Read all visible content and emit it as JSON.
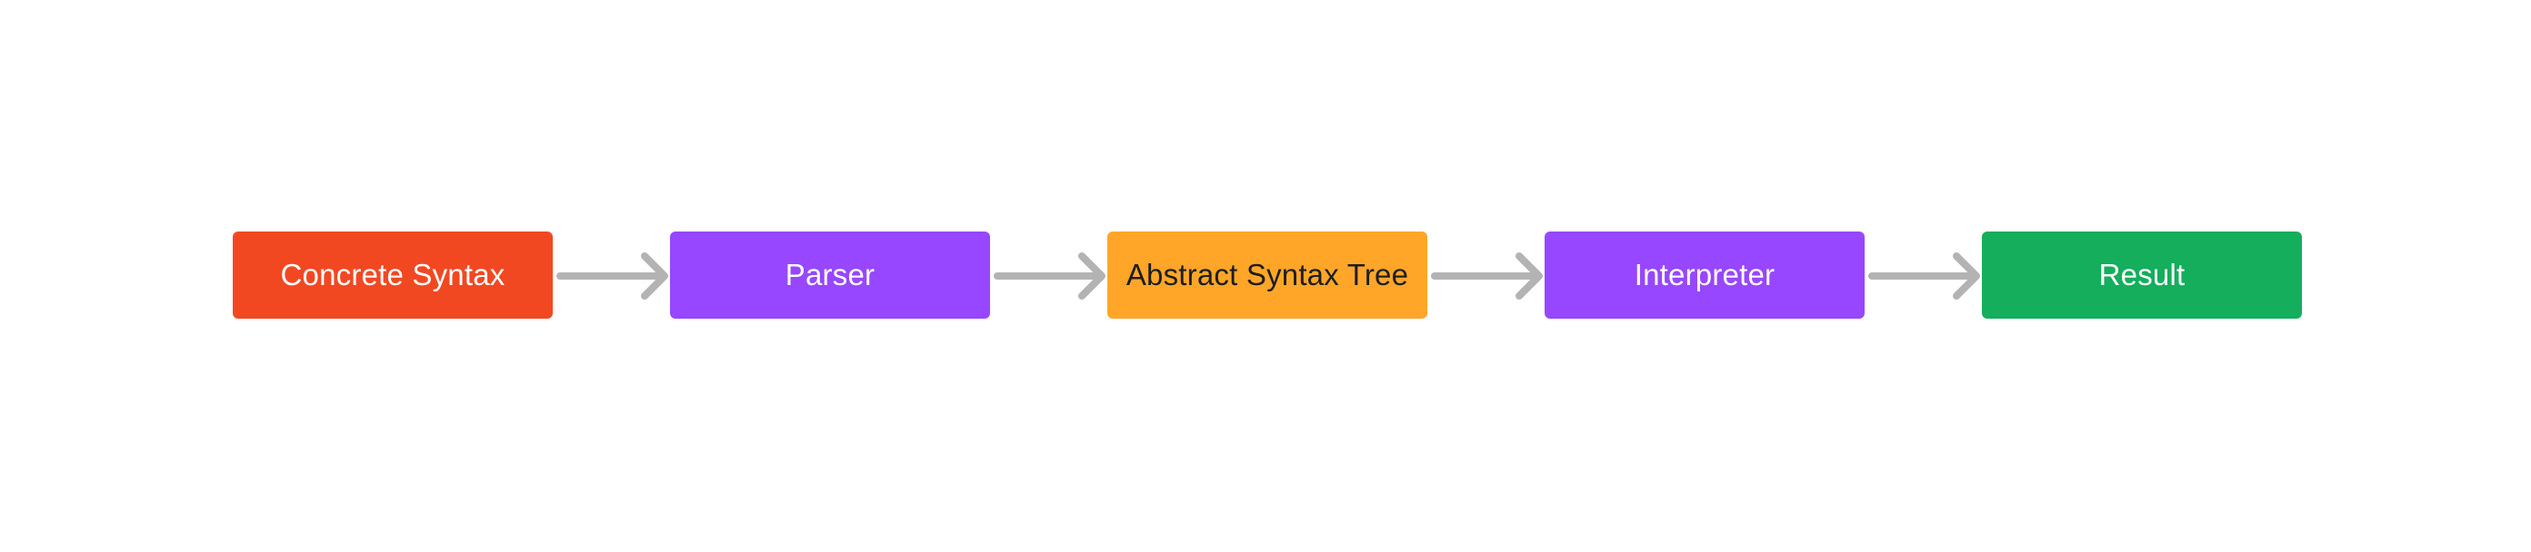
{
  "diagram": {
    "type": "flow",
    "direction": "left-to-right",
    "nodes": [
      {
        "label": "Concrete Syntax",
        "fill": "#f24822",
        "text_color": "#ffffff"
      },
      {
        "label": "Parser",
        "fill": "#9747ff",
        "text_color": "#ffffff"
      },
      {
        "label": "Abstract Syntax Tree",
        "fill": "#ffa629",
        "text_color": "#1e1e1e"
      },
      {
        "label": "Interpreter",
        "fill": "#9747ff",
        "text_color": "#ffffff"
      },
      {
        "label": "Result",
        "fill": "#14ae5c",
        "text_color": "#ffffff"
      }
    ],
    "edges": [
      {
        "from": "Concrete Syntax",
        "to": "Parser"
      },
      {
        "from": "Parser",
        "to": "Abstract Syntax Tree"
      },
      {
        "from": "Abstract Syntax Tree",
        "to": "Interpreter"
      },
      {
        "from": "Interpreter",
        "to": "Result"
      }
    ],
    "arrow_color": "#b3b3b3"
  }
}
